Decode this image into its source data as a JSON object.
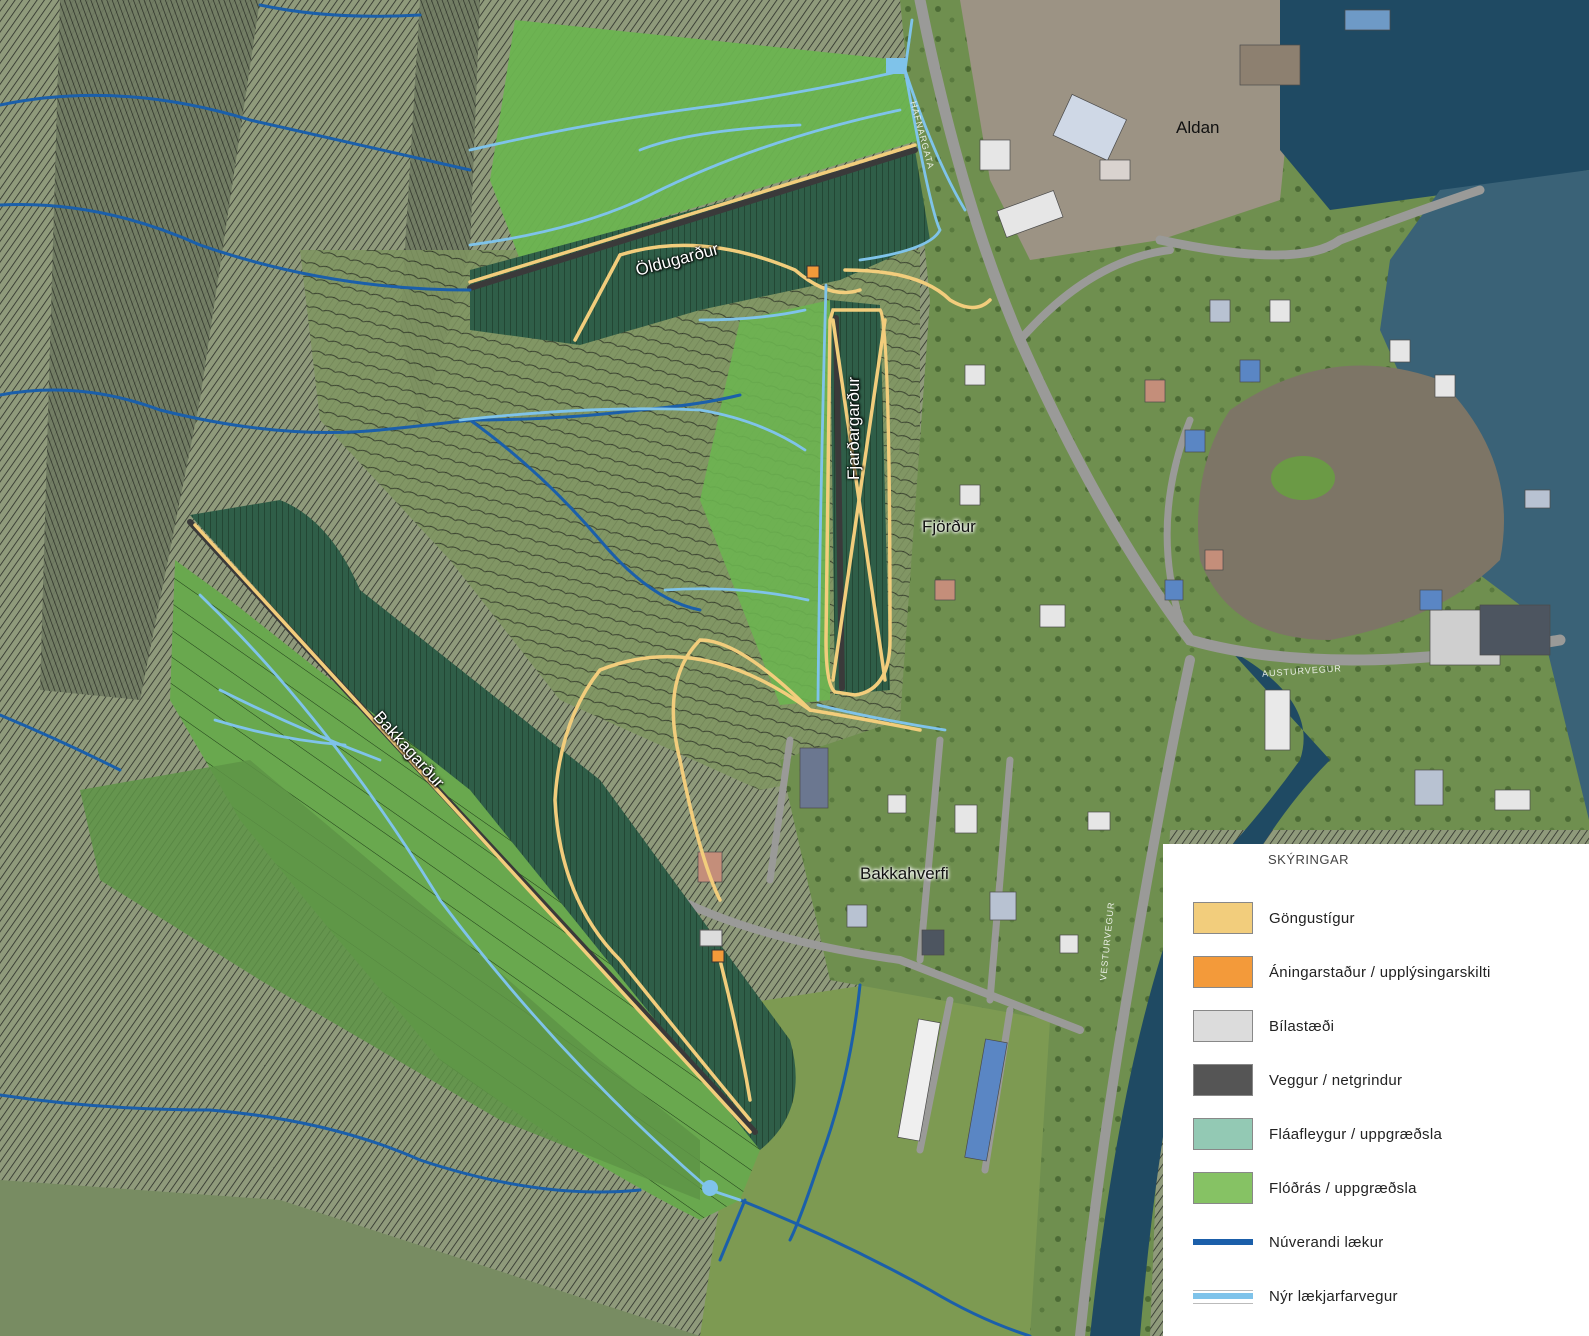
{
  "labels": {
    "aldan": "Aldan",
    "oldugardur": "Öldugarður",
    "fjardargardur": "Fjarðargarður",
    "fjordur": "Fjörður",
    "bakkagardur": "Bakkagarður",
    "bakkahverfi": "Bakkahverfi"
  },
  "streets": {
    "austurvegur": "AUSTURVEGUR",
    "vesturvegur": "VESTURVEGUR",
    "hafnargata": "HAFNARGATA"
  },
  "legend": {
    "title": "SKÝRINGAR",
    "items": [
      {
        "key": "gongustigur",
        "label": "Göngustígur",
        "type": "fill",
        "color": "#f2cd7c"
      },
      {
        "key": "aningarstadur",
        "label": "Áningarstaður / upplýsingarskilti",
        "type": "fill",
        "color": "#f39a3a"
      },
      {
        "key": "bilastaedi",
        "label": "Bílastæði",
        "type": "fill",
        "color": "#dcdcdc"
      },
      {
        "key": "veggur",
        "label": "Veggur / netgrindur",
        "type": "fill",
        "color": "#555555"
      },
      {
        "key": "flaafleygur",
        "label": "Fláafleygur / uppgræðsla",
        "type": "fill",
        "color": "#93c9b4"
      },
      {
        "key": "flodras",
        "label": "Flóðrás / uppgræðsla",
        "type": "fill",
        "color": "#86c264"
      },
      {
        "key": "nuverandi_laekur",
        "label": "Núverandi lækur",
        "type": "line",
        "color": "#1b5faa"
      },
      {
        "key": "nyr_laekjarfarvegur",
        "label": "Nýr lækjarfarvegur",
        "type": "line-light",
        "color": "#7fc3ea"
      }
    ]
  },
  "colors": {
    "hillside": "#8a9274",
    "grass": "#6d8b49",
    "sea": "#1f4a63",
    "lagoon": "#7d7566",
    "flood_channel": "#86c264",
    "wall_zone": "#2f5e48",
    "path": "#f2cd7c",
    "existing_stream": "#1b5faa",
    "new_stream": "#7fc3ea"
  }
}
